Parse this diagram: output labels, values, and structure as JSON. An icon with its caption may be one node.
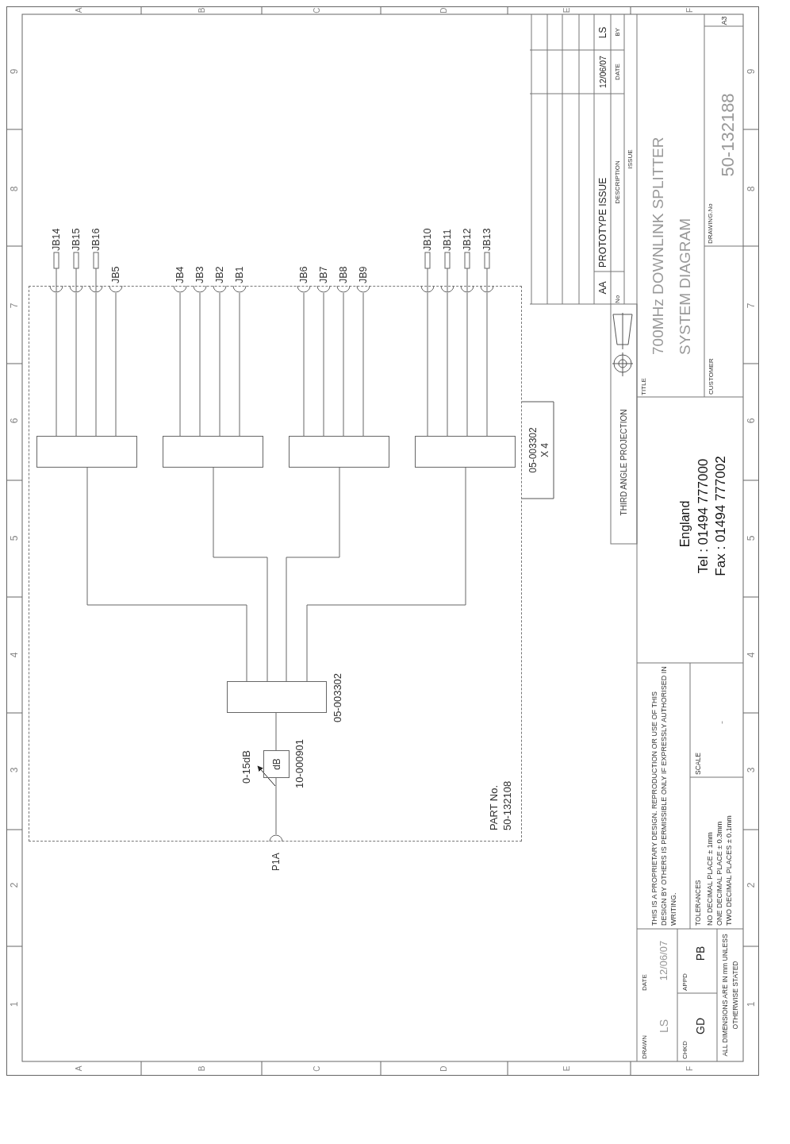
{
  "diagram": {
    "title": "700MHz DOWNLINK SPLITTER SYSTEM DIAGRAM",
    "nodes": [
      {
        "text": [
          "PART No. 50-132108"
        ]
      },
      {
        "text": [
          "P1A"
        ]
      },
      {
        "text": [
          "dB"
        ],
        "in": 0,
        "beside": [
          "0-15dB",
          "10-000901"
        ]
      },
      {
        "text": [],
        "shape": "box",
        "in": 0,
        "beside": [
          "05-003302"
        ]
      },
      {
        "text": [],
        "shape": "box",
        "in": 0
      },
      {
        "text": [],
        "shape": "box",
        "in": 0
      },
      {
        "text": [],
        "shape": "box",
        "in": 0
      },
      {
        "text": [],
        "shape": "box",
        "in": 0
      },
      {
        "text": [
          "JB14"
        ]
      },
      {
        "text": [
          "JB15"
        ]
      },
      {
        "text": [
          "JB16"
        ]
      },
      {
        "text": [
          "JB5"
        ]
      },
      {
        "text": [
          "JB4"
        ]
      },
      {
        "text": [
          "JB3"
        ]
      },
      {
        "text": [
          "JB2"
        ]
      },
      {
        "text": [
          "JB1"
        ]
      },
      {
        "text": [
          "JB6"
        ]
      },
      {
        "text": [
          "JB7"
        ]
      },
      {
        "text": [
          "JB8"
        ]
      },
      {
        "text": [
          "JB9"
        ]
      },
      {
        "text": [
          "JB10"
        ]
      },
      {
        "text": [
          "JB11"
        ]
      },
      {
        "text": [
          "JB12"
        ]
      },
      {
        "text": [
          "JB13"
        ]
      }
    ],
    "edges": [
      {
        "from": 1,
        "to": 2,
        "arrow": "none"
      },
      {
        "from": 2,
        "to": 3,
        "arrow": "none"
      },
      {
        "from": 3,
        "to": 4,
        "arrow": "none"
      },
      {
        "from": 3,
        "to": 5,
        "arrow": "none"
      },
      {
        "from": 3,
        "to": 6,
        "arrow": "none"
      },
      {
        "from": 3,
        "to": 7,
        "arrow": "none"
      },
      {
        "from": 4,
        "to": 8,
        "arrow": "none"
      },
      {
        "from": 4,
        "to": 9,
        "arrow": "none"
      },
      {
        "from": 4,
        "to": 10,
        "arrow": "none"
      },
      {
        "from": 4,
        "to": 11,
        "arrow": "none"
      },
      {
        "from": 5,
        "to": 12,
        "arrow": "none"
      },
      {
        "from": 5,
        "to": 13,
        "arrow": "none"
      },
      {
        "from": 5,
        "to": 14,
        "arrow": "none"
      },
      {
        "from": 5,
        "to": 15,
        "arrow": "none"
      },
      {
        "from": 6,
        "to": 16,
        "arrow": "none"
      },
      {
        "from": 6,
        "to": 17,
        "arrow": "none"
      },
      {
        "from": 6,
        "to": 18,
        "arrow": "none"
      },
      {
        "from": 6,
        "to": 19,
        "arrow": "none"
      },
      {
        "from": 7,
        "to": 20,
        "arrow": "none"
      },
      {
        "from": 7,
        "to": 21,
        "arrow": "none"
      },
      {
        "from": 7,
        "to": 22,
        "arrow": "none"
      },
      {
        "from": 7,
        "to": 23,
        "arrow": "none"
      }
    ],
    "labels": [
      "1",
      "2",
      "3",
      "4",
      "5",
      "6",
      "7",
      "8",
      "9",
      "1",
      "2",
      "3",
      "4",
      "5",
      "6",
      "7",
      "8",
      "9",
      "A",
      "B",
      "C",
      "D",
      "E",
      "F",
      "A",
      "B",
      "C",
      "D",
      "E",
      "F",
      "05-003302 X 4",
      "THIRD ANGLE PROJECTION",
      "AA",
      "PROTOTYPE ISSUE",
      "12/06/07",
      "LS",
      "No",
      "DESCRIPTION",
      "DATE",
      "BY",
      "ISSUE",
      "TITLE",
      "CUSTOMER",
      "DRAWING.No",
      "50-132188",
      "A3",
      "England",
      "Tel : 01494 777000",
      "Fax : 01494 777002",
      "THIS IS A PROPRIETARY DESIGN. REPRODUCTION OR USE OF THIS DESIGN BY OTHERS IS PERMISSIBLE ONLY IF EXPRESSLY AUTHORISED IN WRITING.",
      "SCALE",
      "-",
      "TOLERANCES",
      "NO DECIMAL PLACE ± 1mm",
      "ONE DECIMAL PLACE ± 0.3mm",
      "TWO DECIMAL PLACES ± 0.1mm",
      "DRAWN",
      "LS",
      "DATE",
      "12/06/07",
      "CHKD",
      "GD",
      "APPD",
      "PB",
      "ALL DIMENSIONS ARE IN mm UNLESS OTHERWISE STATED"
    ]
  }
}
